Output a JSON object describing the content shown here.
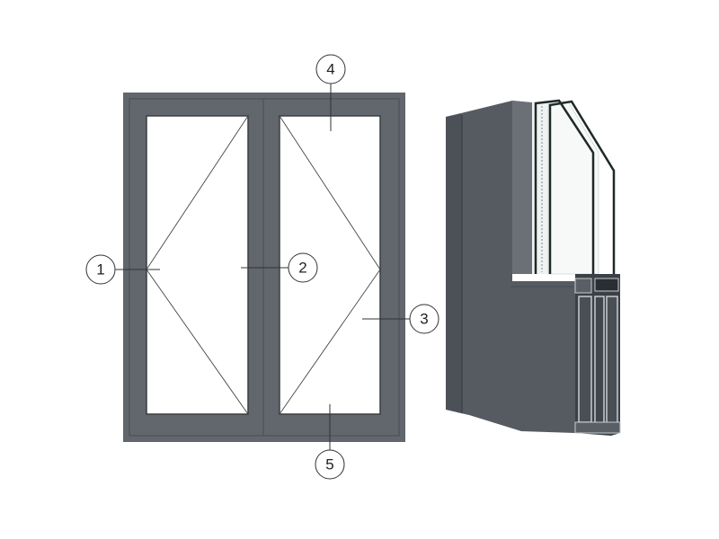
{
  "diagram": {
    "callouts": [
      {
        "label": "1"
      },
      {
        "label": "2"
      },
      {
        "label": "3"
      },
      {
        "label": "4"
      },
      {
        "label": "5"
      }
    ],
    "colors": {
      "frame": "#62666d",
      "frame_edge": "#4d5157",
      "glass": "#ffffff",
      "profile_dark": "#4a4f56",
      "profile_light": "#5a5f66",
      "glass_edge": "#1f2a28"
    }
  }
}
